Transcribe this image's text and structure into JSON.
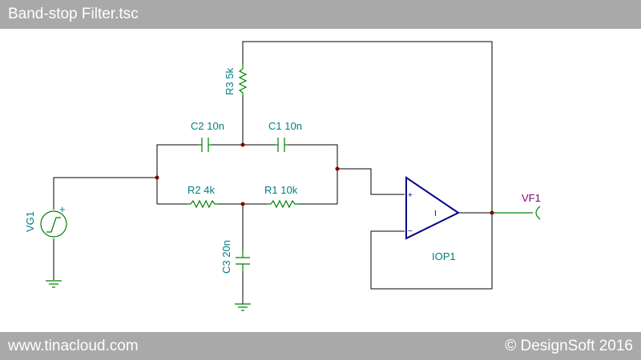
{
  "window": {
    "title": "Band-stop Filter.tsc"
  },
  "footer": {
    "website": "www.tinacloud.com",
    "copyright": "© DesignSoft 2016"
  },
  "components": {
    "r3": "R3 5k",
    "c2": "C2 10n",
    "c1": "C1 10n",
    "r2": "R2 4k",
    "r1": "R1 10k",
    "c3": "C3 20n",
    "vg1": "VG1",
    "iop1": "IOP1",
    "vf1": "VF1"
  },
  "symbols": {
    "vg1_plus": "+",
    "opamp_plus": "+",
    "opamp_minus": "−",
    "opamp_i": "I"
  },
  "colors": {
    "bar": "#a9a9a9",
    "wire": "#000000",
    "component": "#008000",
    "label": "#008080",
    "opamp": "#00008b",
    "probe": "#800080",
    "junction": "#800000"
  }
}
